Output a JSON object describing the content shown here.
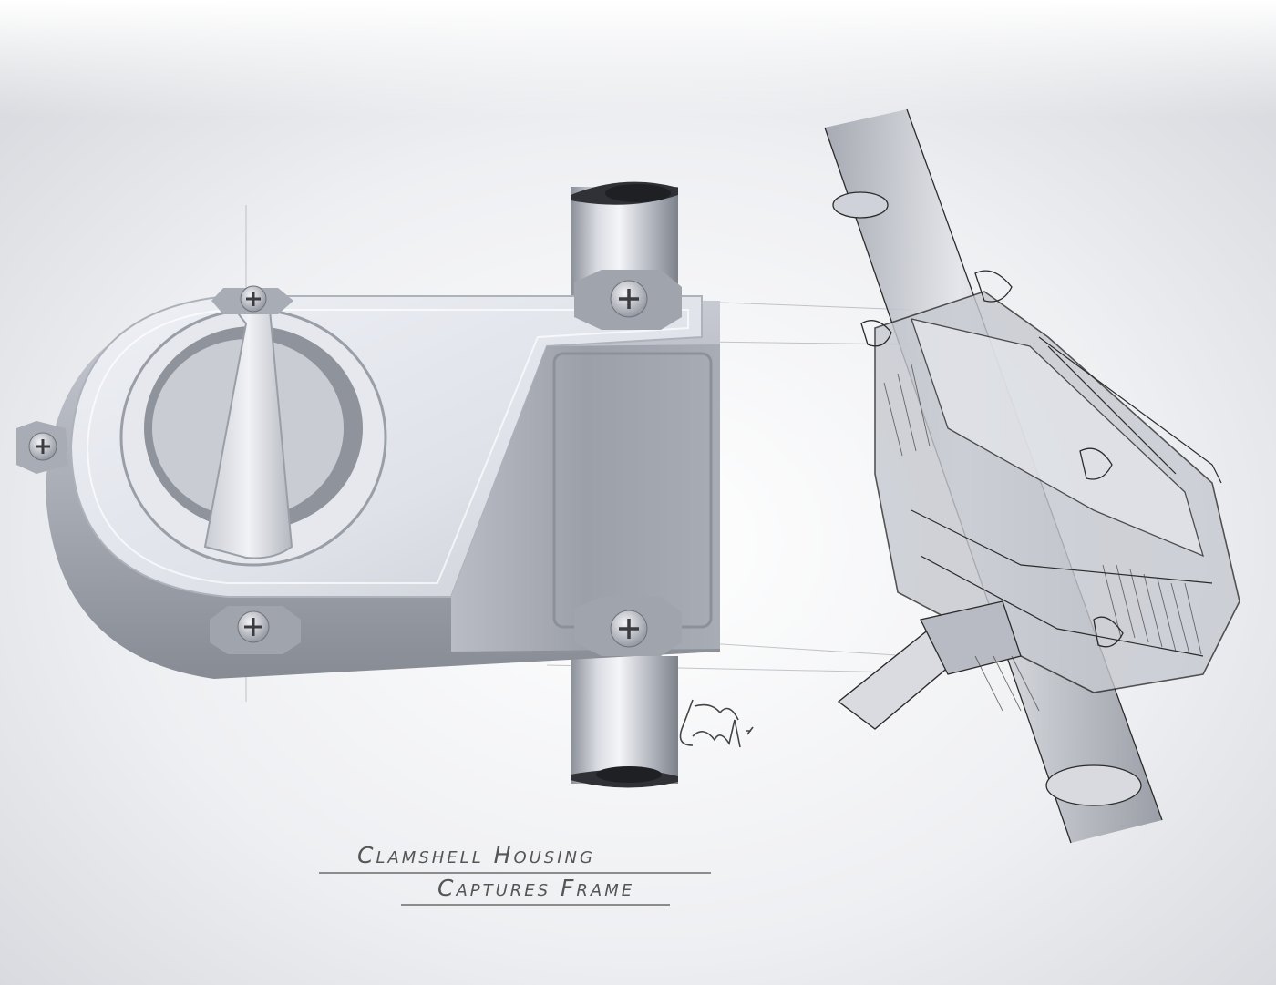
{
  "caption": {
    "line1": "Clamshell Housing",
    "line2": "Captures Frame"
  },
  "colors": {
    "metal_light": "#e4e7ee",
    "metal_mid": "#b9bdc6",
    "metal_dark": "#7c808a",
    "ink": "#2b2b2b",
    "text": "#555555"
  },
  "signature": {
    "rendered_as": "handwritten-graphic"
  }
}
